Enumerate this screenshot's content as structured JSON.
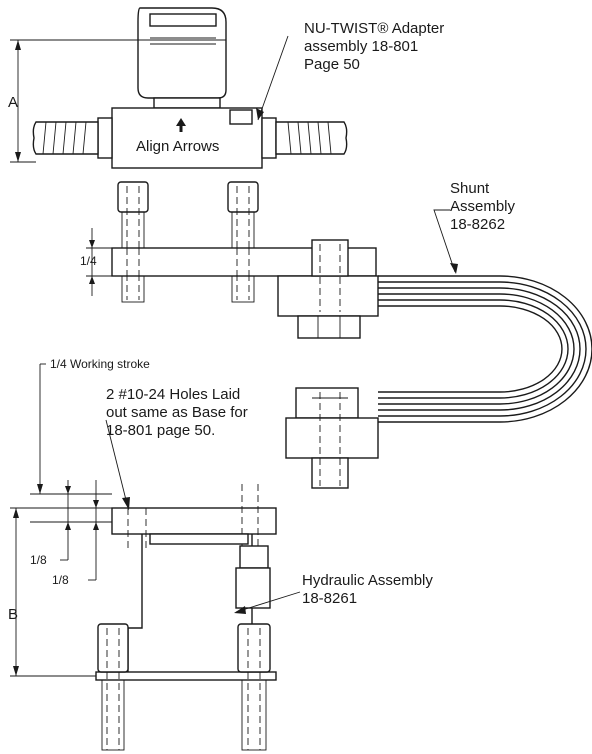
{
  "labels": {
    "adapter": "NU-TWIST® Adapter\nassembly 18-801\nPage 50",
    "align": "Align Arrows",
    "dim_a": "A",
    "shunt": "Shunt\nAssembly\n18-8262",
    "quarter_top": "1/4",
    "working_stroke": "1/4 Working stroke",
    "holes": "2 #10-24 Holes Laid\nout same as Base for\n18-801 page 50.",
    "dim_b": "B",
    "eighth_1": "1/8",
    "eighth_2": "1/8",
    "hydraulic": "Hydraulic Assembly\n18-8261"
  }
}
